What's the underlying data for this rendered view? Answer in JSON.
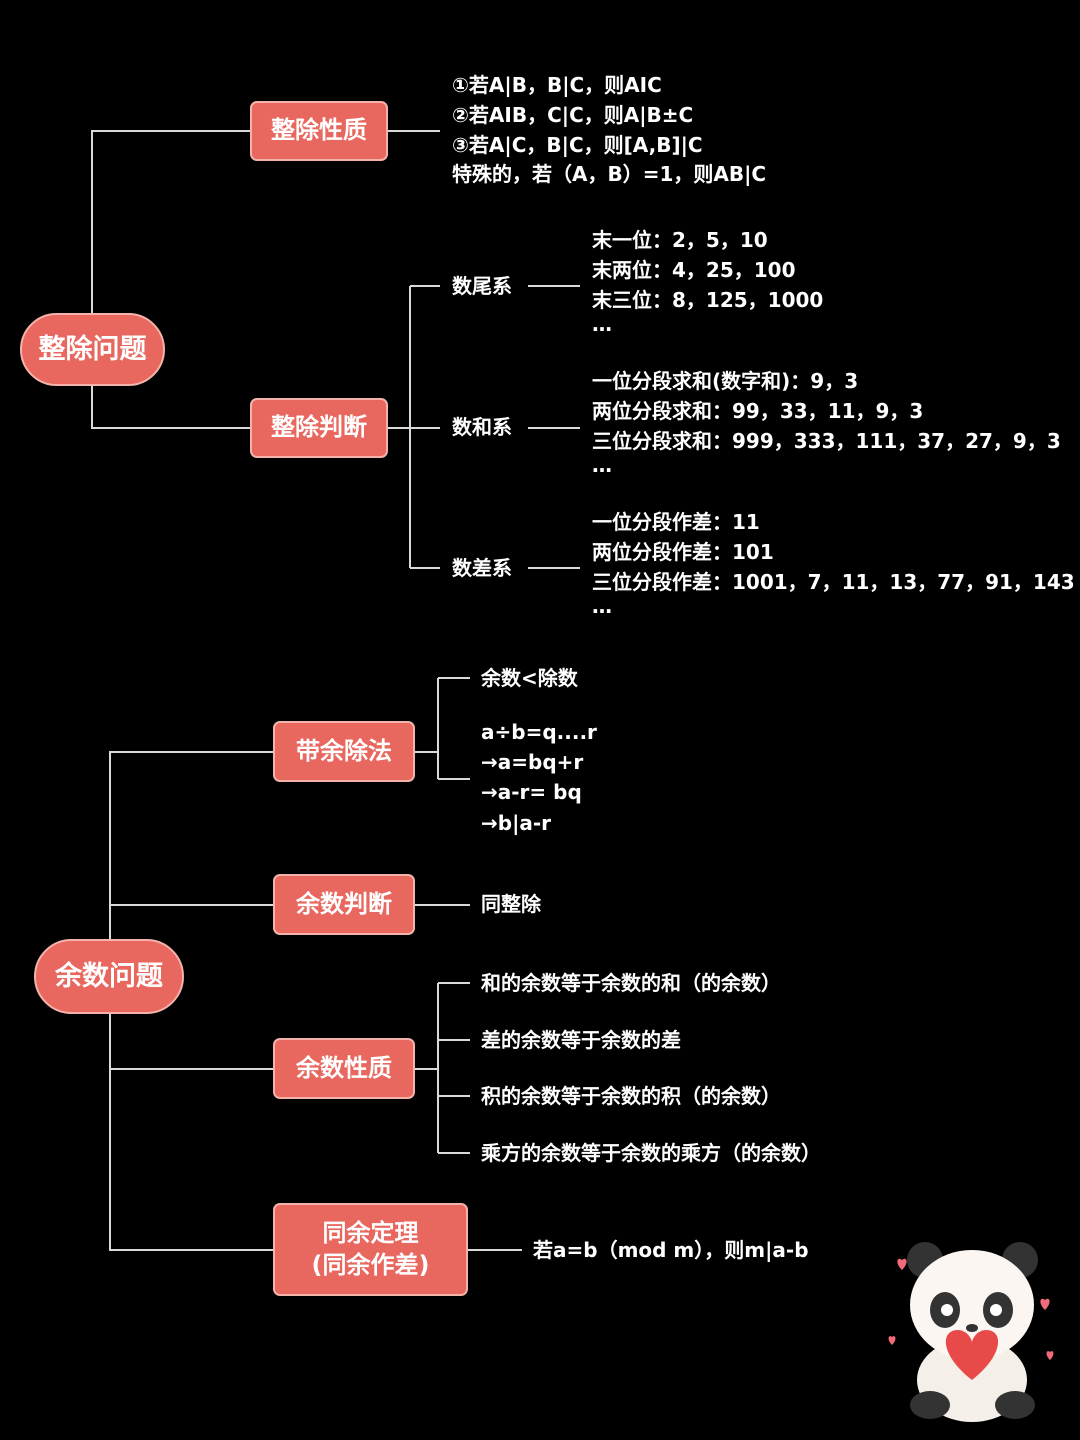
{
  "divisibility": {
    "root": "整除问题",
    "properties": {
      "label": "整除性质",
      "items": [
        "①若A|B，B|C，则AIC",
        "②若AIB，C|C，则A|B±C",
        "③若A|C，B|C，则[A,B]|C",
        "特殊的，若（A，B）=1，则AB|C"
      ]
    },
    "judgement": {
      "label": "整除判断",
      "groups": [
        {
          "label": "数尾系",
          "items": [
            "末一位：2，5，10",
            "末两位：4，25，100",
            "末三位：8，125，1000",
            "…"
          ]
        },
        {
          "label": "数和系",
          "items": [
            "一位分段求和(数字和)：9，3",
            "两位分段求和：99，33，11，9，3",
            "三位分段求和：999，333，111，37，27，9，3",
            "…"
          ]
        },
        {
          "label": "数差系",
          "items": [
            "一位分段作差：11",
            "两位分段作差：101",
            "三位分段作差：1001，7，11，13，77，91，143",
            "…"
          ]
        }
      ]
    }
  },
  "remainder": {
    "root": "余数问题",
    "division": {
      "label": "带余除法",
      "items": [
        "余数<除数",
        "a÷b=q....r",
        "→a=bq+r",
        "→a-r= bq",
        "→b|a-r"
      ]
    },
    "judgement": {
      "label": "余数判断",
      "items": [
        "同整除"
      ]
    },
    "properties": {
      "label": "余数性质",
      "items": [
        "和的余数等于余数的和（的余数）",
        "差的余数等于余数的差",
        "积的余数等于余数的积（的余数）",
        "乘方的余数等于余数的乘方（的余数）"
      ]
    },
    "congruence": {
      "label_line1": "同余定理",
      "label_line2": "(同余作差)",
      "items": [
        "若a=b（mod m），则m|a-b"
      ]
    }
  },
  "colors": {
    "node": "#e8675f",
    "line": "#d9d9d9",
    "background": "#000000"
  }
}
